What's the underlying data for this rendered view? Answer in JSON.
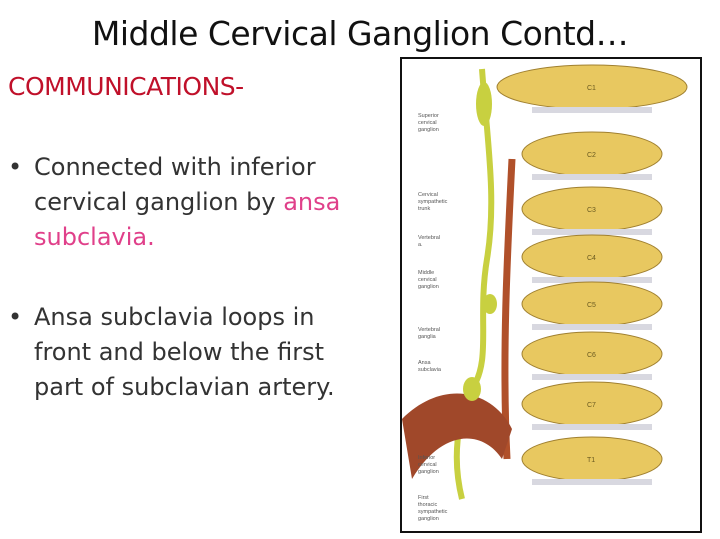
{
  "title": "Middle Cervical Ganglion Contd…",
  "subtitle": "COMMUNICATIONS-",
  "bullets": [
    {
      "text": "Connected with inferior cervical ganglion by ",
      "highlight": "ansa subclavia."
    },
    {
      "text": "Ansa subclavia loops in front and below the first part of subclavian artery."
    }
  ],
  "figure": {
    "labels": [
      "Superior cervical ganglion",
      "Cervical sympathetic trunk",
      "Vertebral a.",
      "Middle cervical ganglion",
      "Vertebral ganglia",
      "Ansa subclavia",
      "Inferior cervical ganglion",
      "First thoracic sympathetic ganglion"
    ],
    "vertebrae": [
      "C1",
      "C2",
      "C3",
      "C4",
      "C5",
      "C6",
      "C7",
      "T1"
    ]
  },
  "colors": {
    "subtitle": "#c0102a",
    "highlight": "#e0408a",
    "bone": "#e8c860",
    "nerve": "#c8d040",
    "artery": "#a0482a"
  }
}
